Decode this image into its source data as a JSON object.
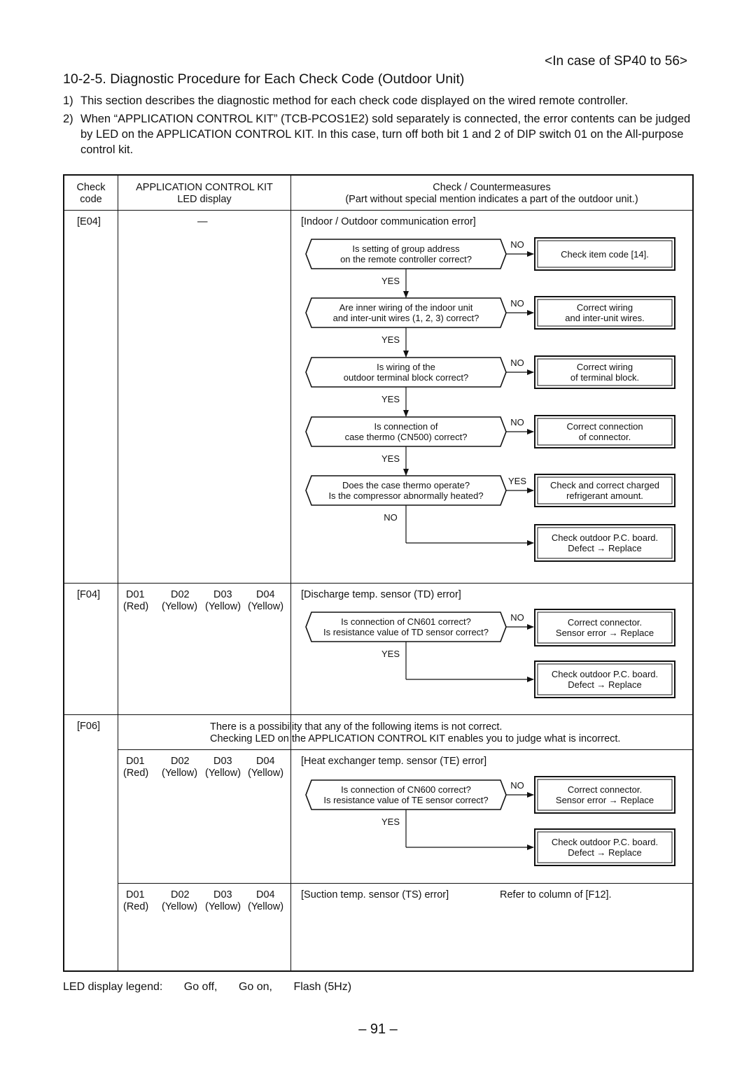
{
  "header": {
    "range": "<In case of SP40 to 56>",
    "title": "10-2-5. Diagnostic Procedure for Each Check Code (Outdoor Unit)"
  },
  "intro": [
    {
      "num": "1)",
      "text": "This section describes the diagnostic method for each check code displayed on the wired remote controller."
    },
    {
      "num": "2)",
      "text": "When “APPLICATION CONTROL KIT” (TCB-PCOS1E2) sold separately is connected, the error contents can be judged by LED on the APPLICATION CONTROL KIT. In this case, turn off both bit 1 and 2 of DIP switch 01 on the All-purpose control kit."
    }
  ],
  "table": {
    "col1_header": [
      "Check",
      "code"
    ],
    "col2_header": [
      "APPLICATION CONTROL KIT",
      "LED display"
    ],
    "col3_header": [
      "Check / Countermeasures",
      "(Part without special mention indicates a part of the outdoor unit.)"
    ]
  },
  "e04": {
    "code": "[E04]",
    "led": "—",
    "heading": "[Indoor / Outdoor communication error]",
    "steps": [
      {
        "q": [
          "Is setting of group address",
          "on the remote controller correct?"
        ],
        "branch": "NO",
        "a": [
          "Check item code [14]."
        ],
        "down": "YES"
      },
      {
        "q": [
          "Are inner wiring of the indoor unit",
          "and inter-unit wires (1, 2, 3) correct?"
        ],
        "branch": "NO",
        "a": [
          "Correct wiring",
          "and inter-unit wires."
        ],
        "down": "YES"
      },
      {
        "q": [
          "Is wiring of the",
          "outdoor terminal block correct?"
        ],
        "branch": "NO",
        "a": [
          "Correct wiring",
          "of terminal block."
        ],
        "down": "YES"
      },
      {
        "q": [
          "Is connection of",
          "case thermo (CN500) correct?"
        ],
        "branch": "NO",
        "a": [
          "Correct connection",
          "of connector."
        ],
        "down": "YES"
      },
      {
        "q": [
          "Does the case thermo operate?",
          "Is the compressor abnormally heated?"
        ],
        "branch": "YES",
        "a": [
          "Check and correct charged",
          "refrigerant amount."
        ],
        "down": "NO"
      }
    ],
    "final": [
      "Check outdoor P.C. board.",
      "Defect → Replace"
    ]
  },
  "f04": {
    "code": "[F04]",
    "leds": [
      "D01",
      "D02",
      "D03",
      "D04"
    ],
    "colors": [
      "(Red)",
      "(Yellow)",
      "(Yellow)",
      "(Yellow)"
    ],
    "heading": "[Discharge temp. sensor (TD) error]",
    "q": [
      "Is connection of CN601 correct?",
      "Is resistance value of TD sensor correct?"
    ],
    "branch": "NO",
    "a": [
      "Correct connector.",
      "Sensor error → Replace"
    ],
    "down": "YES",
    "final": [
      "Check outdoor P.C. board.",
      "Defect → Replace"
    ]
  },
  "f06": {
    "code": "[F06]",
    "note": [
      "There is a possibility that any of the following items is not correct.",
      "Checking LED on the APPLICATION CONTROL KIT enables you to judge what is incorrect."
    ],
    "te": {
      "leds": [
        "D01",
        "D02",
        "D03",
        "D04"
      ],
      "colors": [
        "(Red)",
        "(Yellow)",
        "(Yellow)",
        "(Yellow)"
      ],
      "heading": "[Heat exchanger temp. sensor (TE) error]",
      "q": [
        "Is connection of CN600 correct?",
        "Is resistance value of TE sensor correct?"
      ],
      "branch": "NO",
      "a": [
        "Correct connector.",
        "Sensor error → Replace"
      ],
      "down": "YES",
      "final": [
        "Check outdoor P.C. board.",
        "Defect → Replace"
      ]
    },
    "ts": {
      "leds": [
        "D01",
        "D02",
        "D03",
        "D04"
      ],
      "colors": [
        "(Red)",
        "(Yellow)",
        "(Yellow)",
        "(Yellow)"
      ],
      "heading": "[Suction temp. sensor (TS) error]",
      "ref": "Refer to column of [F12]."
    }
  },
  "legend": {
    "label": "LED display legend:",
    "items": [
      "Go off,",
      "Go on,",
      "Flash (5Hz)"
    ]
  },
  "page_number": "– 91 –"
}
